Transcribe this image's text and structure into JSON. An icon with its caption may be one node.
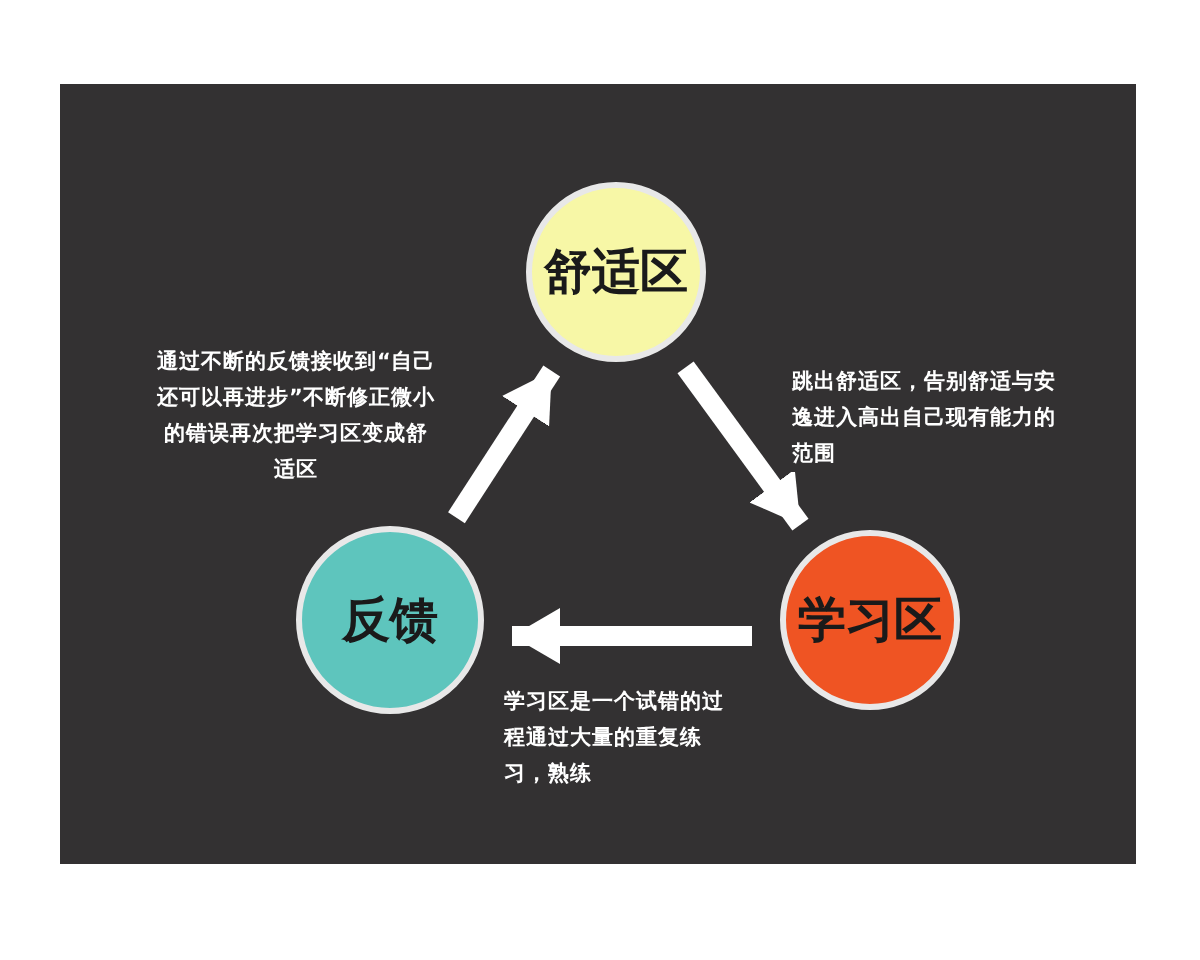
{
  "diagram": {
    "nodes": [
      {
        "text": [
          "舒适区"
        ]
      },
      {
        "text": [
          "学习区"
        ]
      },
      {
        "text": [
          "反馈"
        ]
      }
    ],
    "edges": [
      {
        "from": 0,
        "to": 1,
        "arrow": "to",
        "label": "跳出舒适区，告别舒适与安逸进入高出自己现有能力的范围"
      },
      {
        "from": 1,
        "to": 2,
        "arrow": "to",
        "label": "学习区是一个试错的过程通过大量的重复练习，熟练"
      },
      {
        "from": 2,
        "to": 0,
        "arrow": "to",
        "label": "通过不断的反馈接收到“自己还可以再进步”不断修正微小的错误再次把学习区变成舒适区"
      }
    ]
  }
}
